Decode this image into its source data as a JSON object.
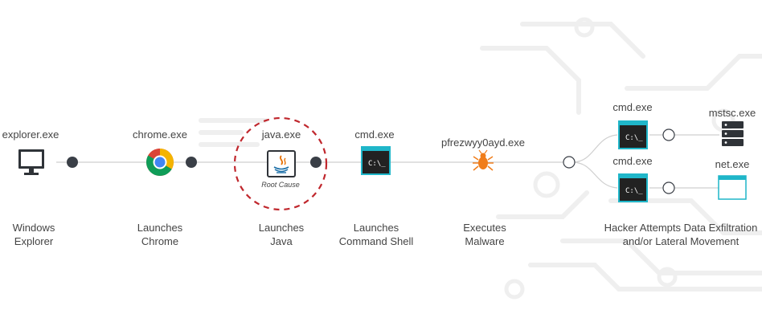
{
  "nodes": {
    "explorer": {
      "process": "explorer.exe",
      "caption_l1": "Windows",
      "caption_l2": "Explorer"
    },
    "chrome": {
      "process": "chrome.exe",
      "caption_l1": "Launches",
      "caption_l2": "Chrome"
    },
    "java": {
      "process": "java.exe",
      "tag": "Root Cause",
      "caption_l1": "Launches",
      "caption_l2": "Java"
    },
    "cmd": {
      "process": "cmd.exe",
      "caption_l1": "Launches",
      "caption_l2": "Command Shell"
    },
    "malware": {
      "process": "pfrezwyy0ayd.exe",
      "caption_l1": "Executes",
      "caption_l2": "Malware"
    },
    "cmd_top": {
      "process": "cmd.exe"
    },
    "cmd_bottom": {
      "process": "cmd.exe"
    },
    "mstsc": {
      "process": "mstsc.exe"
    },
    "net": {
      "process": "net.exe"
    },
    "final": {
      "caption_l1": "Hacker Attempts Data Exfiltration",
      "caption_l2": "and/or Lateral Movement"
    }
  },
  "terminal_prompt": "C:\\_",
  "colors": {
    "line": "#cfcfcf",
    "node_dot": "#3a3f47",
    "accent_teal": "#1fb6c9",
    "root_cause_ring": "#c0272d",
    "malware": "#f07d1a",
    "circuit_bg": "#f2f2f2"
  }
}
